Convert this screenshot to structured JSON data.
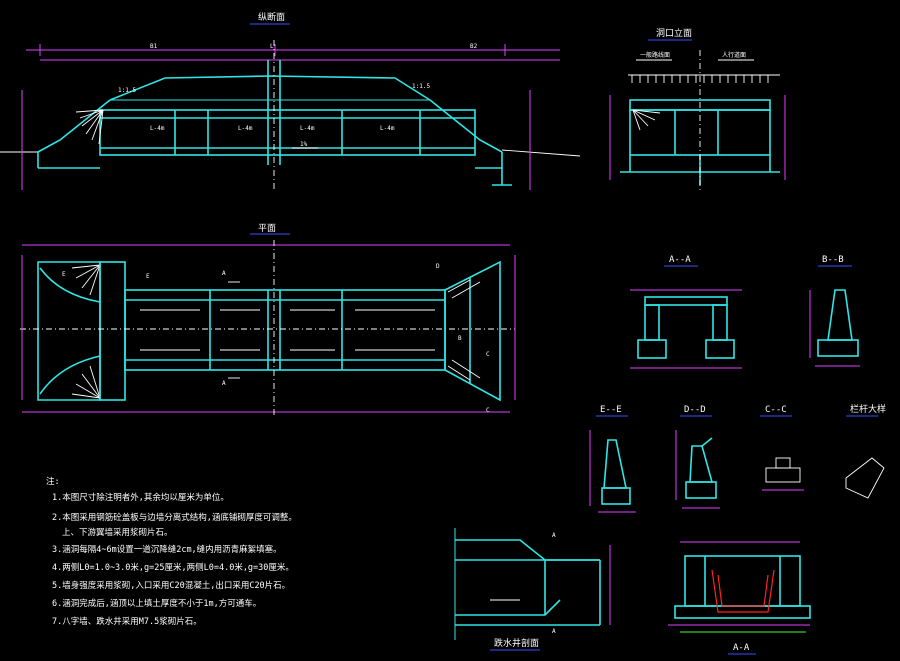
{
  "titles": {
    "longitudinal": "纵断面",
    "plan": "平面",
    "portal": "洞口立面",
    "section_aa_small": "A--A",
    "section_bb": "B--B",
    "section_ee": "E--E",
    "section_dd": "D--D",
    "section_cc": "C--C",
    "section_rail": "栏杆大样",
    "drop_inlet": "跌水井剖面",
    "section_aa_large": "A-A"
  },
  "labels": {
    "top_road": "一般路线面",
    "top_culvert": "人行道面",
    "slope_1_15a": "1:1.5",
    "slope_1_15b": "1:1.5",
    "seg_a": "L-4m",
    "seg_b": "L-4m",
    "seg_c": "L-4m",
    "seg_d": "L-4m",
    "slope_pct": "1%",
    "sec_a_top": "A",
    "sec_a_bot": "A",
    "sec_b": "B",
    "sec_c": "C",
    "sec_c2": "C",
    "sec_d": "D",
    "sec_e": "E",
    "sec_e2": "E"
  },
  "notes": {
    "heading": "注:",
    "items": [
      "1.本图尺寸除注明者外,其余均以厘米为单位。",
      "2.本图采用钢筋砼盖板与边墙分离式结构,涵底铺砌厚度可调整。",
      "上、下游翼墙采用浆砌片石。",
      "3.涵洞每隔4~6m设置一道沉降缝2cm,缝内用沥青麻絮填塞。",
      "4.两侧L0=1.0~3.0米,g=25厘米,两侧L0=4.0米,g=30厘米。",
      "5.墙身强度采用浆砌,入口采用C20混凝土,出口采用C20片石。",
      "6.涵洞完成后,涵顶以上填土厚度不小于1m,方可通车。",
      "7.八字墙、跌水井采用M7.5浆砌片石。"
    ]
  }
}
